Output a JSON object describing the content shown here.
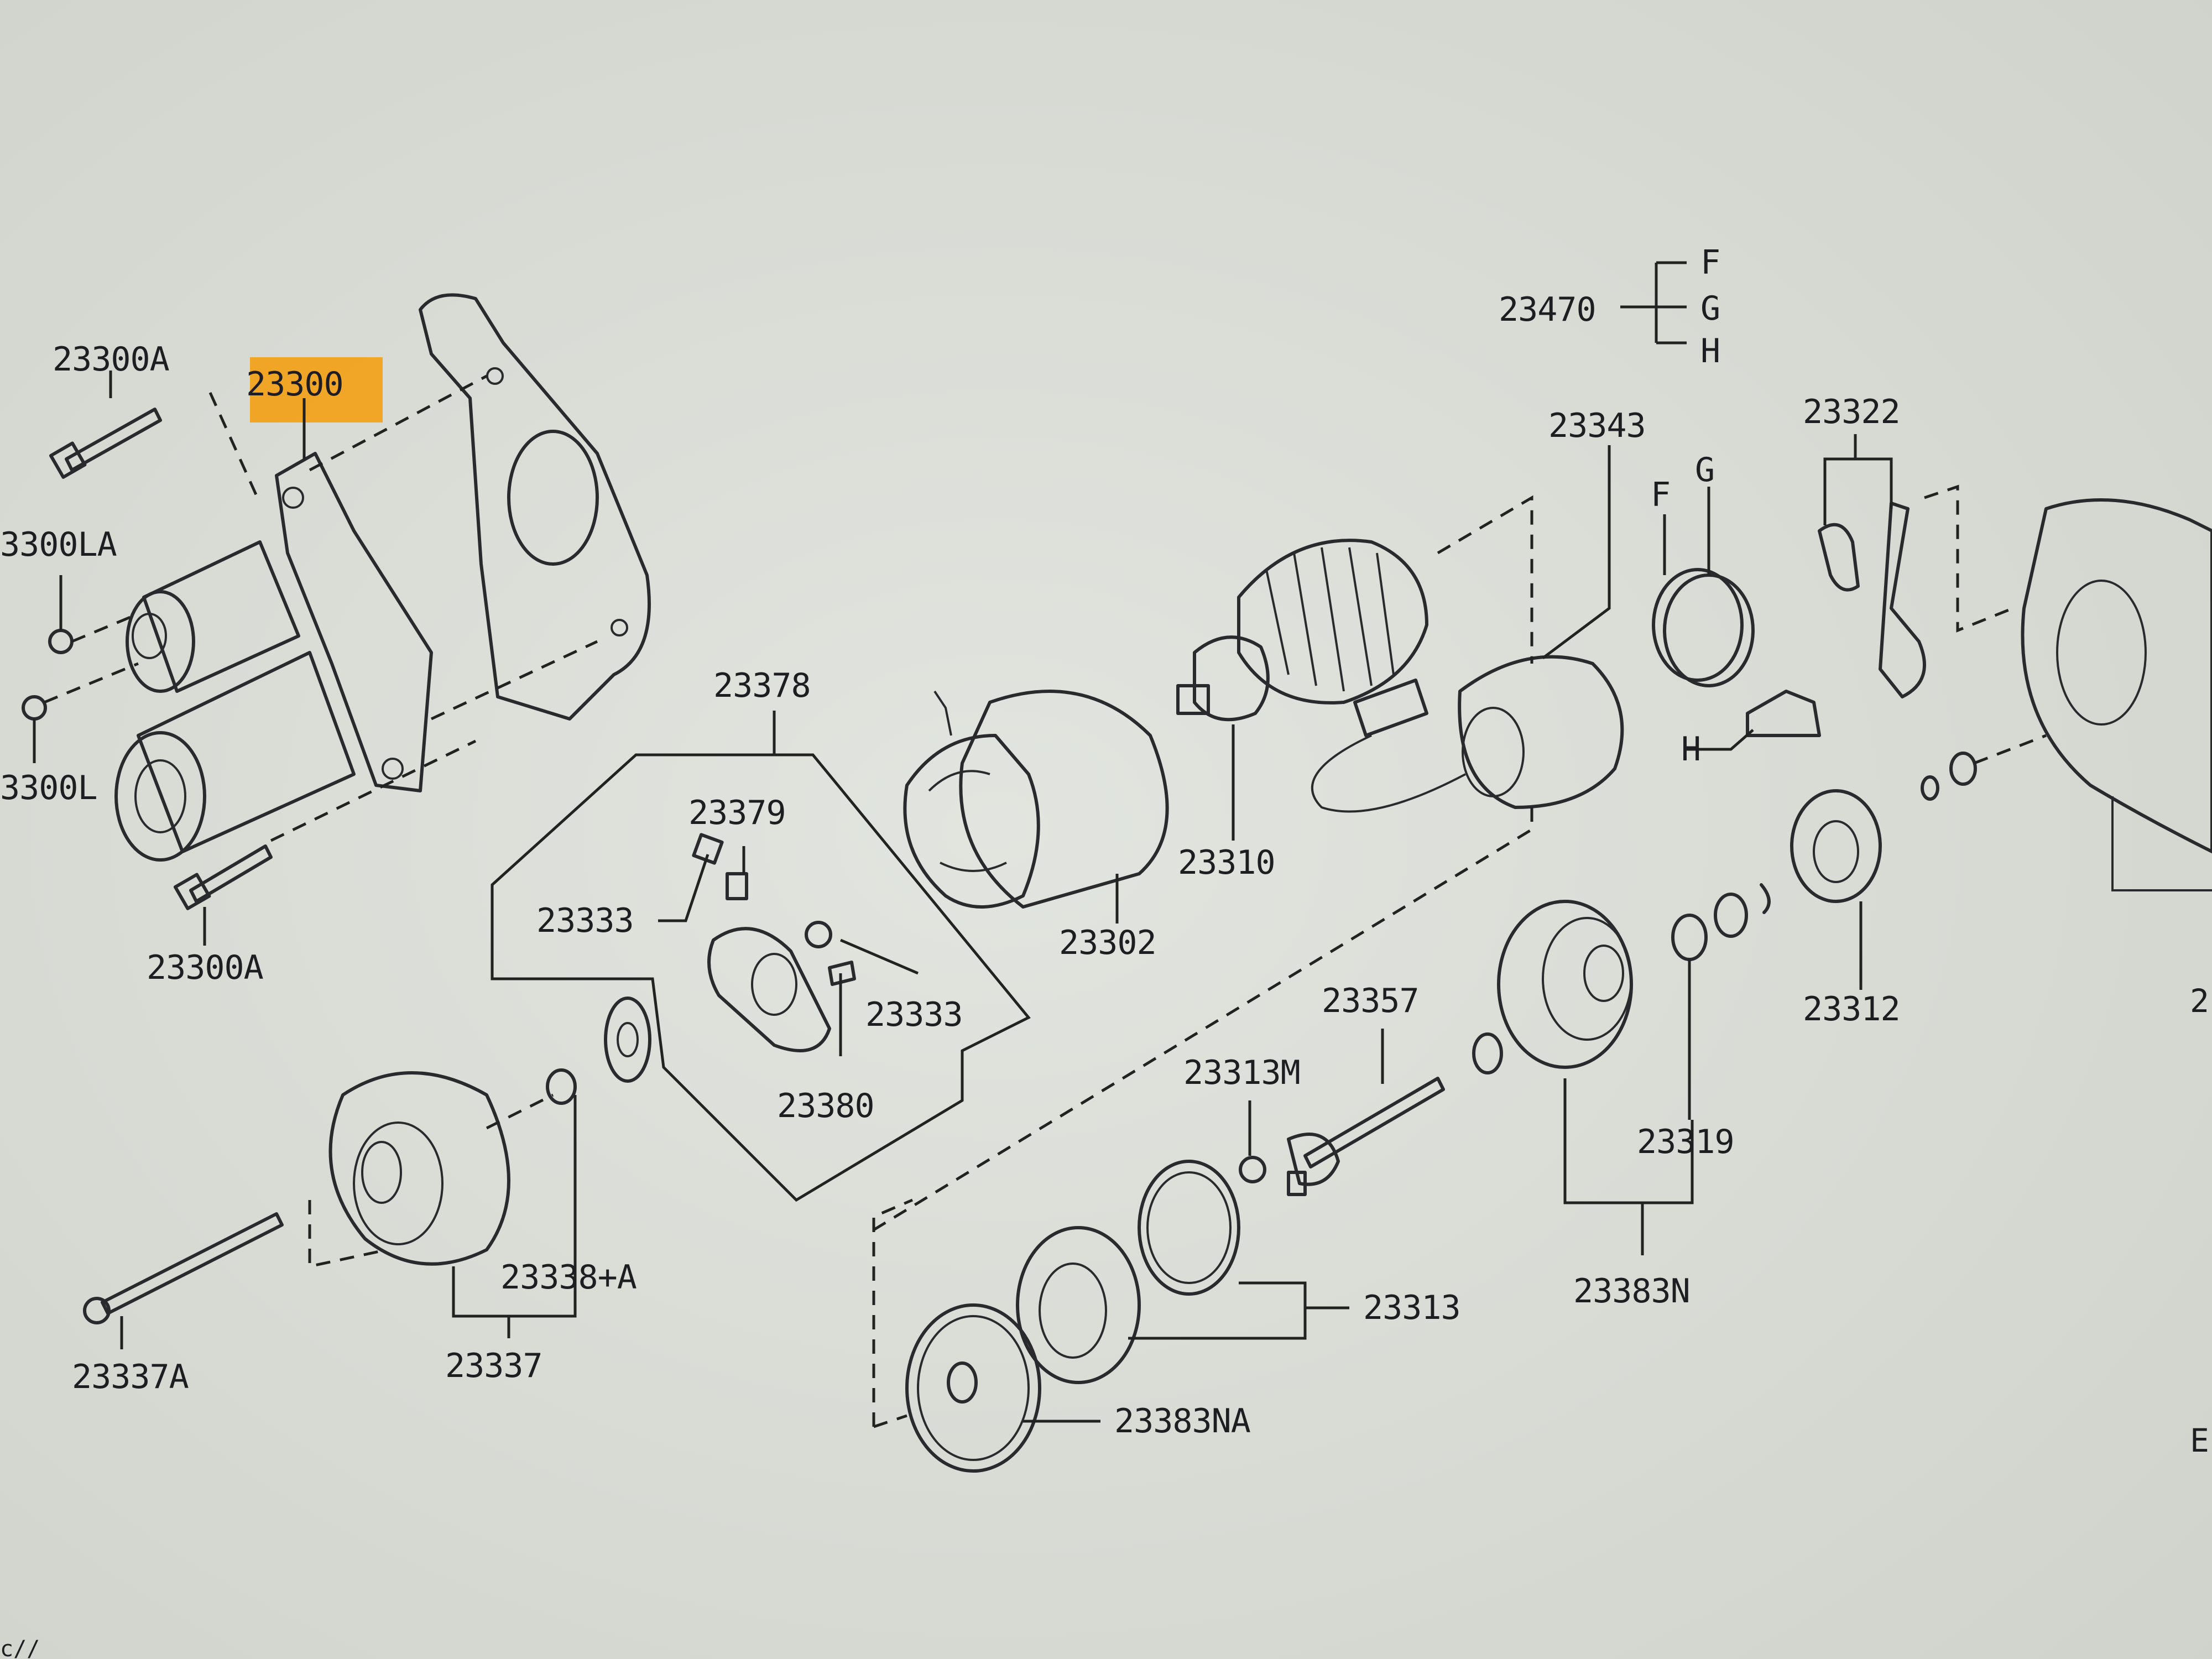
{
  "diagram": {
    "labels": {
      "p23300A_top": "23300A",
      "p23300": "23300",
      "p23300LA": "3300LA",
      "p23300L": "3300L",
      "p23300A_bot": "23300A",
      "p23378": "23378",
      "p23379": "23379",
      "p23333_left": "23333",
      "p23333_right": "23333",
      "p23380": "23380",
      "p23302": "23302",
      "p23310": "23310",
      "p23343": "23343",
      "p23470": "23470",
      "opt_F": "F",
      "opt_G": "G",
      "opt_H": "H",
      "p23322": "23322",
      "ring_F": "F",
      "ring_G": "G",
      "clip_H": "H",
      "p23312": "23312",
      "p23357": "23357",
      "p23313M": "23313M",
      "p23319": "23319",
      "p23383N": "23383N",
      "p23313": "23313",
      "p23383NA": "23383NA",
      "p23338A": "23338+A",
      "p23337": "23337",
      "p23337A": "23337A",
      "edge_2": "2",
      "edge_E": "E",
      "corner_text": "c//"
    },
    "highlight": {
      "part": "23300",
      "color": "#f2a21e"
    }
  }
}
